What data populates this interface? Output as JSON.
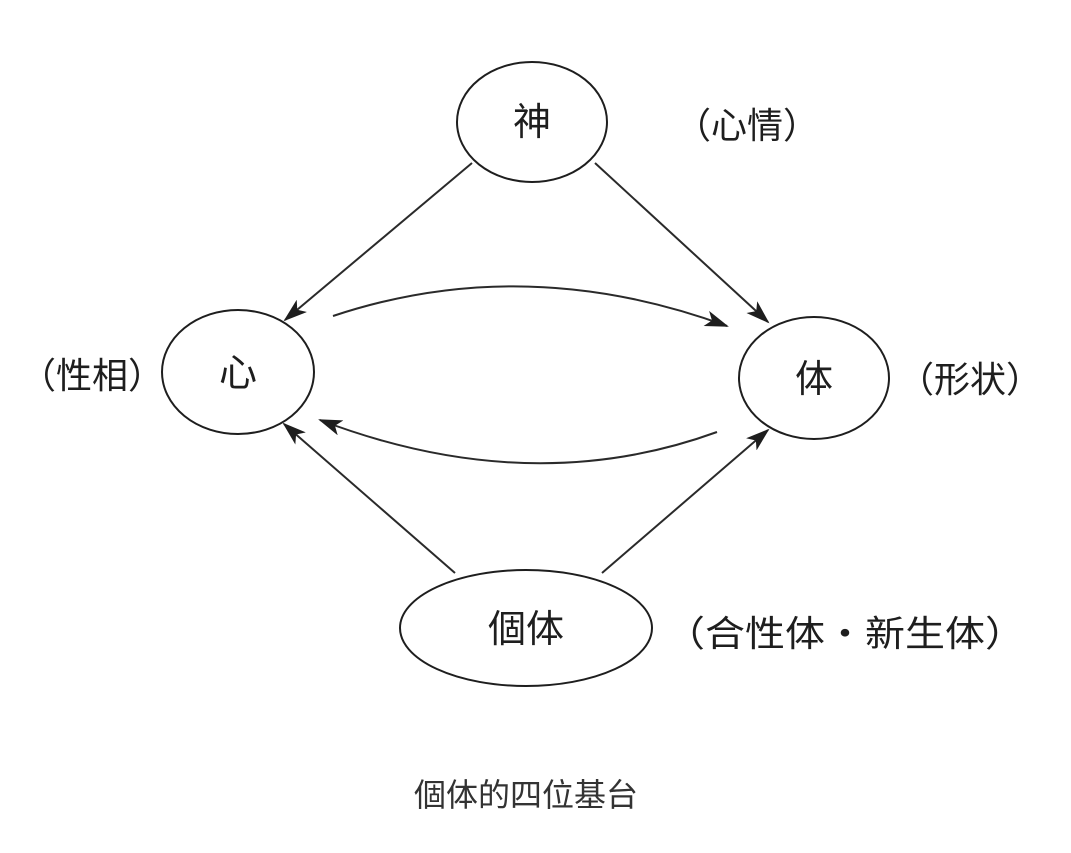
{
  "diagram": {
    "nodes": {
      "god": {
        "label": "神",
        "annotation": "（心情）"
      },
      "mind": {
        "label": "心",
        "annotation": "（性相）"
      },
      "body": {
        "label": "体",
        "annotation": "（形状）"
      },
      "individual": {
        "label": "個体",
        "annotation": "（合性体・新生体）"
      }
    },
    "edges": [
      {
        "from": "god",
        "to": "mind"
      },
      {
        "from": "god",
        "to": "body"
      },
      {
        "from": "mind",
        "to": "body"
      },
      {
        "from": "body",
        "to": "mind"
      },
      {
        "from": "individual",
        "to": "mind"
      },
      {
        "from": "individual",
        "to": "body"
      }
    ],
    "caption": "個体的四位基台"
  }
}
